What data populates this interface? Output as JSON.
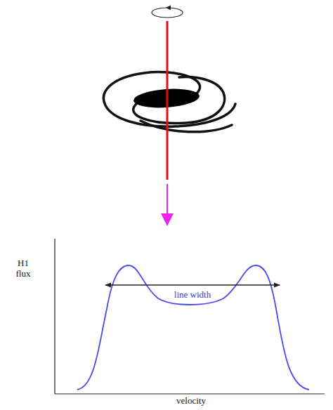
{
  "diagram": {
    "labels": [
      "H1 flux",
      "line width",
      "velocity"
    ]
  }
}
